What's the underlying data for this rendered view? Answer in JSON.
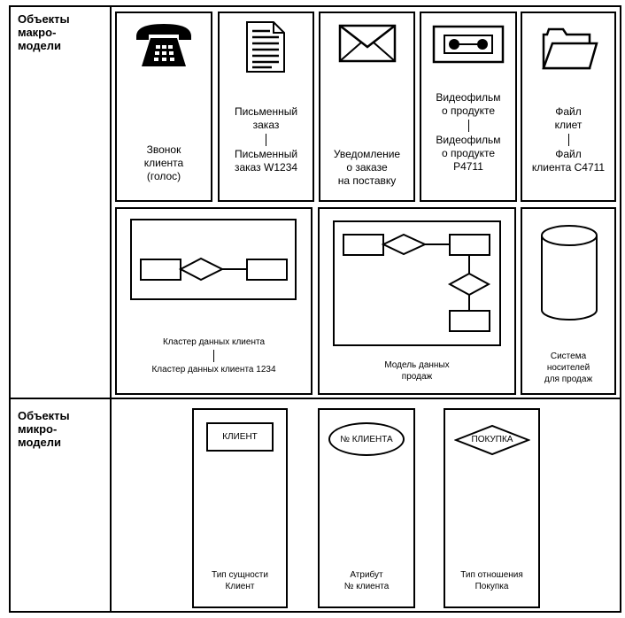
{
  "sections": {
    "macro_label": "Объекты\nмакро-\nмодели",
    "micro_label": "Объекты\nмикро-\nмодели"
  },
  "macro": {
    "call": {
      "icon": "telephone-icon",
      "text": "Звонок\nклиента\n(голос)"
    },
    "order": {
      "icon": "document-icon",
      "top": "Письменный\nзаказ",
      "bottom": "Письменный\nзаказ W1234"
    },
    "notice": {
      "icon": "envelope-icon",
      "text": "Уведомление\nо заказе\nна поставку"
    },
    "video": {
      "icon": "videotape-icon",
      "top": "Видеофильм\nо продукте",
      "bottom": "Видеофильм\nо продукте\nР4711"
    },
    "file": {
      "icon": "folder-icon",
      "top": "Файл\nклиет",
      "bottom": "Файл\nклиента С4711"
    },
    "cluster": {
      "top": "Кластер данных клиента",
      "bottom": "Кластер данных клиента 1234"
    },
    "model": {
      "text": "Модель данных\nпродаж"
    },
    "storage": {
      "icon": "database-cylinder-icon",
      "text": "Система\nносителей\nдля продаж"
    }
  },
  "micro": {
    "entity": {
      "shape_label": "КЛИЕНТ",
      "text": "Тип сущности\nКлиент"
    },
    "attribute": {
      "shape_label": "№ КЛИЕНТА",
      "text": "Атрибут\n№ клиента"
    },
    "relation": {
      "shape_label": "ПОКУПКА",
      "text": "Тип отношения\nПокупка"
    }
  }
}
